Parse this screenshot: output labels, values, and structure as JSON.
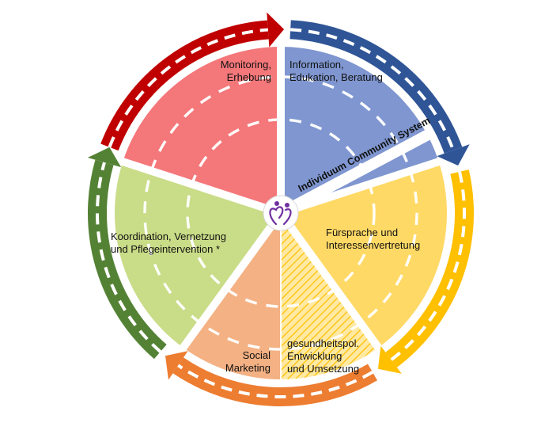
{
  "center_label": "Individuum Community System",
  "segments": [
    {
      "id": "monitoring",
      "lines": [
        "Monitoring,",
        "Erhebung"
      ],
      "fill": "#F4777A",
      "arrow": "#C00000"
    },
    {
      "id": "information",
      "lines": [
        "Information,",
        "Edukation, Beratung"
      ],
      "fill": "#7F96D0",
      "arrow": "#2F5597"
    },
    {
      "id": "fuersprache",
      "lines": [
        "Fürsprache und",
        "Interessenvertretung"
      ],
      "fill": "#FFD966",
      "arrow": "#FFC000"
    },
    {
      "id": "gesundheitspol",
      "lines": [
        "gesundheitspol.",
        "Entwicklung",
        "und Umsetzung"
      ],
      "fill": "#FFE699",
      "hatch": "#FFC000"
    },
    {
      "id": "social",
      "lines": [
        "Social",
        "Marketing"
      ],
      "fill": "#F4B183",
      "arrow": "#ED7D31"
    },
    {
      "id": "koordination",
      "lines": [
        "Koordination, Vernetzung",
        "und Pflegeintervention *"
      ],
      "fill": "#C9DC87",
      "arrow": "#548235"
    }
  ],
  "colors": {
    "red": "#C00000",
    "blue": "#2F5597",
    "yellow": "#FFC000",
    "orange": "#ED7D31",
    "green": "#548235",
    "logo": "#7030A0"
  },
  "logo_icon": "hearts-logo-icon"
}
